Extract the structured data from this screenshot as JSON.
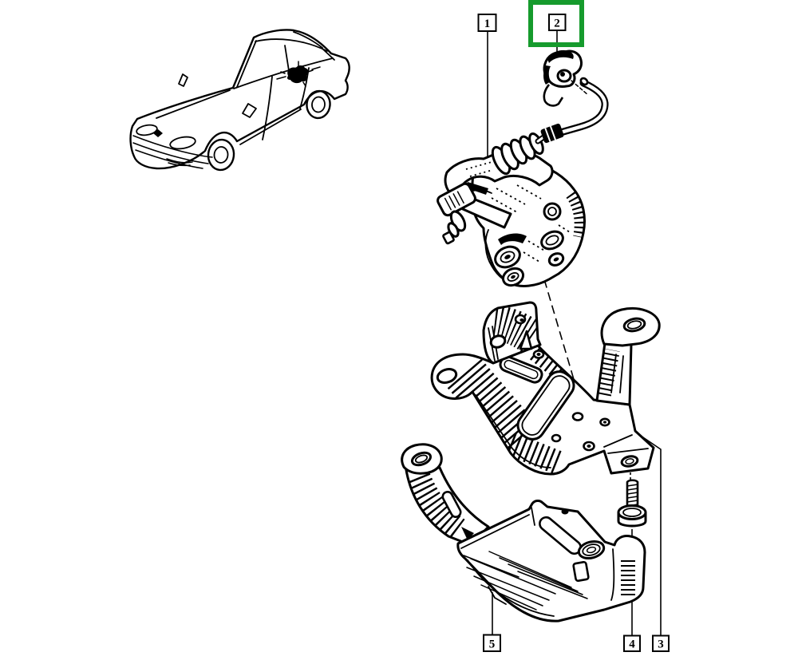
{
  "diagram": {
    "type": "exploded-parts-diagram",
    "description": "vehicle hydraulic unit and mounting brackets exploded view with location car thumbnail",
    "background_color": "#ffffff",
    "line_color": "#000000",
    "highlight_color": "#169b2d",
    "highlighted_callout": "2",
    "callouts": [
      {
        "id": "1",
        "label": "1",
        "highlighted": false
      },
      {
        "id": "2",
        "label": "2",
        "highlighted": true
      },
      {
        "id": "3",
        "label": "3",
        "highlighted": false
      },
      {
        "id": "4",
        "label": "4",
        "highlighted": false
      },
      {
        "id": "5",
        "label": "5",
        "highlighted": false
      }
    ]
  }
}
